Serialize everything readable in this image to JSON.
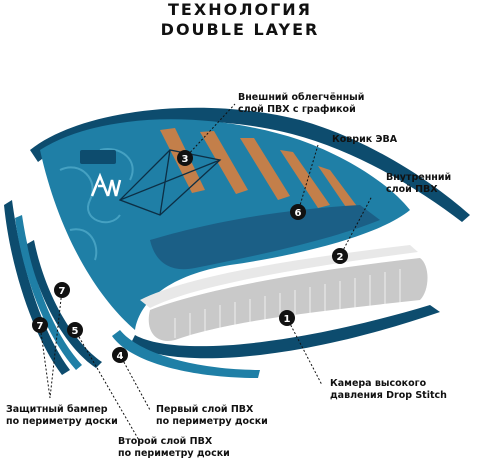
{
  "heading": {
    "line1": "ТЕХНОЛОГИЯ",
    "line2": "DOUBLE LAYER"
  },
  "labels": {
    "outer_layer": {
      "line1": "Внешний облегчённый",
      "line2": "слой ПВХ с графикой"
    },
    "eva_pad": {
      "line1": "Коврик ЭВА"
    },
    "inner_layer": {
      "line1": "Внутренний",
      "line2": "слой ПВХ"
    },
    "drop_stitch": {
      "line1": "Камера высокого",
      "line2": "давления Drop Stitch"
    },
    "first_layer": {
      "line1": "Первый слой ПВХ",
      "line2": "по периметру доски"
    },
    "second_layer": {
      "line1": "Второй слой ПВХ",
      "line2": "по периметру доски"
    },
    "bumper": {
      "line1": "Защитный бампер",
      "line2": "по периметру доски"
    }
  },
  "markers": [
    "1",
    "2",
    "3",
    "4",
    "5",
    "6",
    "7",
    "7"
  ],
  "colors": {
    "board_teal": "#1f7fa6",
    "board_dark": "#0d4c6e",
    "accent_orange": "#e0803a",
    "eva": "#1b5f86"
  }
}
